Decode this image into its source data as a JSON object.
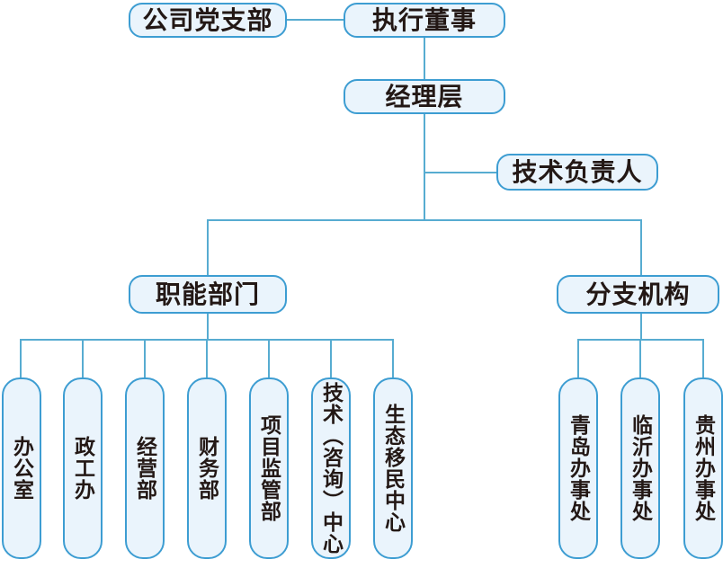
{
  "org_chart": {
    "nodes": {
      "party_branch": "公司党支部",
      "executive_director": "执行董事",
      "management_level": "经理层",
      "technical_lead": "技术负责人",
      "functional_departments": "职能部门",
      "branch_offices": "分支机构"
    },
    "functional_children": [
      "办公室",
      "政工办",
      "经营部",
      "财务部",
      "项目监管部",
      "技术（咨询）中心",
      "生态移民中心"
    ],
    "branch_children": [
      "青岛办事处",
      "临沂办事处",
      "贵州办事处"
    ],
    "colors": {
      "node_fill": "#eaf4fc",
      "node_border": "#3d9dd2",
      "connector": "#57acd1",
      "text": "#231815",
      "background": "#ffffff"
    }
  }
}
